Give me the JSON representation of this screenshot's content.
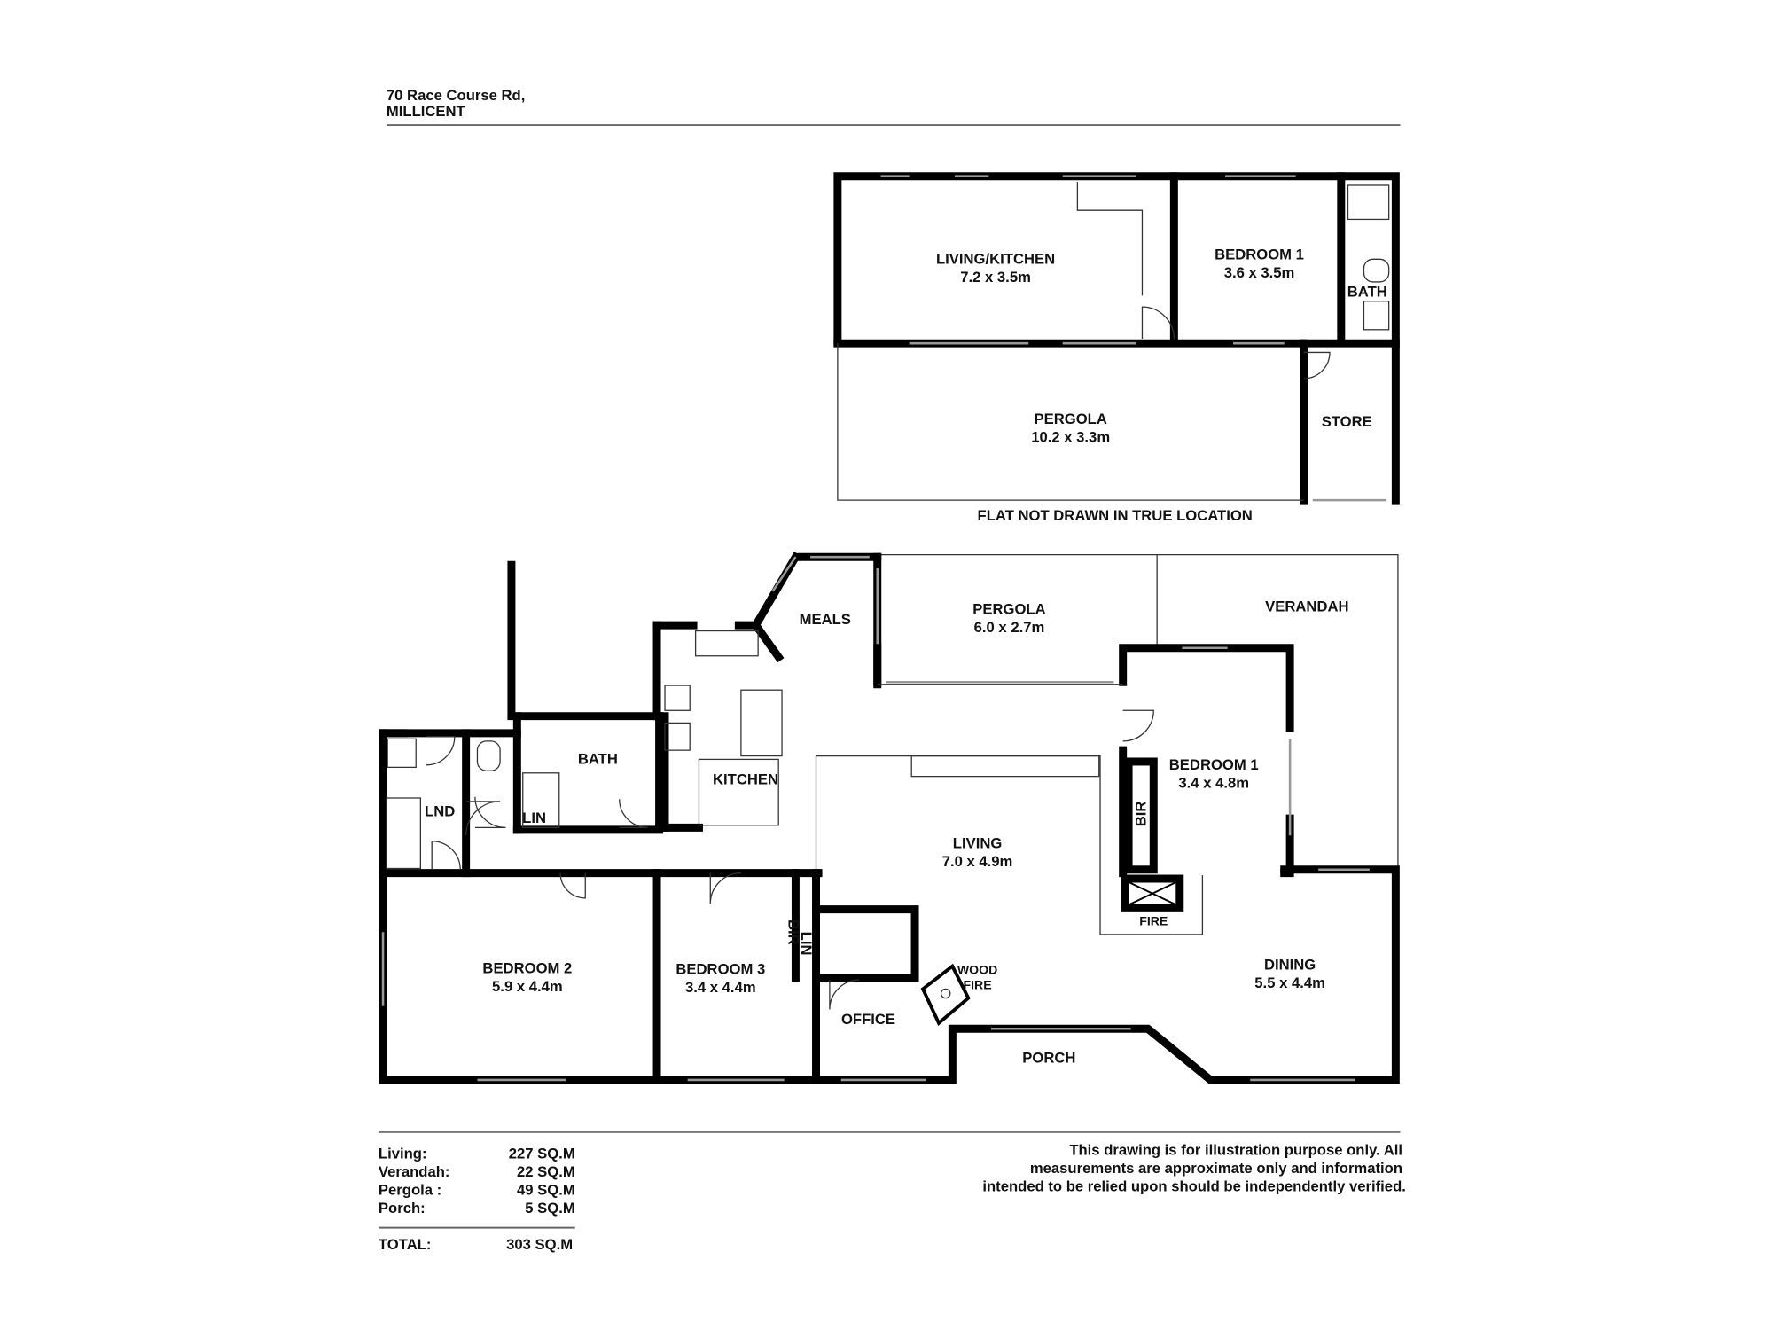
{
  "header": {
    "address_line1": "70 Race Course Rd,",
    "address_line2": "MILLICENT"
  },
  "flat": {
    "rooms": [
      {
        "name": "LIVING/KITCHEN",
        "size": "7.2 x 3.5m"
      },
      {
        "name": "BEDROOM 1",
        "size": "3.6 x 3.5m"
      },
      {
        "name": "BATH"
      },
      {
        "name": "PERGOLA",
        "size": "10.2 x 3.3m"
      },
      {
        "name": "STORE"
      }
    ],
    "note": "FLAT NOT DRAWN IN TRUE LOCATION"
  },
  "house": {
    "meals": "MEALS",
    "pergola": {
      "name": "PERGOLA",
      "size": "6.0 x 2.7m"
    },
    "verandah": "VERANDAH",
    "bedroom1": {
      "name": "BEDROOM 1",
      "size": "3.4 x 4.8m"
    },
    "bir1": "BIR",
    "bath": "BATH",
    "kitchen": "KITCHEN",
    "lnd": "LND",
    "lin1": "LIN",
    "living": {
      "name": "LIVING",
      "size": "7.0 x 4.9m"
    },
    "fire": "FIRE",
    "bedroom2": {
      "name": "BEDROOM 2",
      "size": "5.9 x 4.4m"
    },
    "bedroom3": {
      "name": "BEDROOM 3",
      "size": "3.4 x 4.4m"
    },
    "bir2": "BIR",
    "lin2": "LIN",
    "wood_fire": {
      "line1": "WOOD",
      "line2": "FIRE"
    },
    "dining": {
      "name": "DINING",
      "size": "5.5 x 4.4m"
    },
    "office": "OFFICE",
    "porch": "PORCH"
  },
  "areas": {
    "rows": [
      {
        "label": "Living:",
        "value": "227 SQ.M"
      },
      {
        "label": "Verandah:",
        "value": "22 SQ.M"
      },
      {
        "label": "Pergola :",
        "value": "49 SQ.M"
      },
      {
        "label": "Porch:",
        "value": "5 SQ.M"
      }
    ],
    "total_label": "TOTAL:",
    "total_value": "303 SQ.M"
  },
  "disclaimer": {
    "line1": "This drawing is for illustration purpose only. All",
    "line2": "measurements are approximate only and information",
    "line3": "intended to be relied upon should be independently verified."
  }
}
